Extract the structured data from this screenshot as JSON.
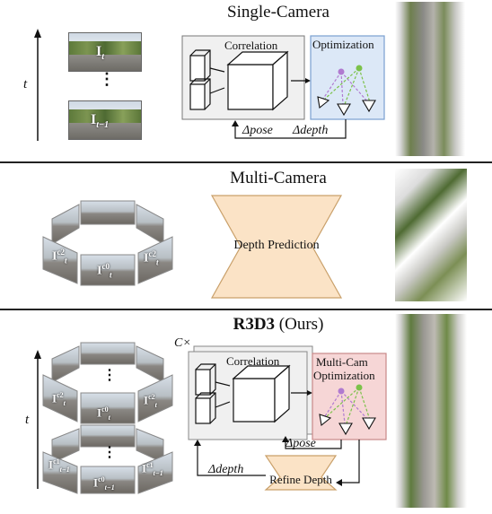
{
  "rows": [
    {
      "title": "Single-Camera",
      "time_label": "t",
      "frame_top_label": "I",
      "frame_top_sub": "t",
      "frame_bottom_label": "I",
      "frame_bottom_sub": "t−1",
      "ellipsis": "⋮",
      "correlation_label": "Correlation",
      "optimization_label": "Optimization",
      "delta_pose": "Δpose",
      "delta_depth": "Δdepth"
    },
    {
      "title": "Multi-Camera",
      "cam_label": "I",
      "cam_sub_a": "t",
      "cam_sup_a": "c2",
      "cam_sub_b": "t",
      "cam_sup_b": "c0",
      "cam_sub_c": "t",
      "cam_sup_c": "c2",
      "depth_prediction_label": "Depth Prediction"
    },
    {
      "title_bold": "R3D3",
      "title_rest": " (Ours)",
      "time_label": "t",
      "repeat_label": "C×",
      "correlation_label": "Correlation",
      "optimization_label_1": "Multi-Cam",
      "optimization_label_2": "Optimization",
      "delta_pose": "Δpose",
      "delta_depth": "Δdepth",
      "refine_label": "Refine Depth",
      "cam_label": "I",
      "sup_c2": "c2",
      "sup_c0": "c0",
      "sup_c1": "c1",
      "sub_t": "t",
      "sub_t1": "t−1",
      "ellipsis": "⋮"
    }
  ],
  "colors": {
    "optimization_fill": "#dce8f7",
    "optimization_stroke": "#7aa0d0",
    "multicam_fill": "#f6d6d6",
    "multicam_stroke": "#c98888",
    "depth_fill": "#fbe3c6",
    "depth_stroke": "#c9a06a",
    "corr_fill": "#f0f0f0",
    "node_purple": "#b07ad0",
    "node_green": "#7cc24a"
  }
}
